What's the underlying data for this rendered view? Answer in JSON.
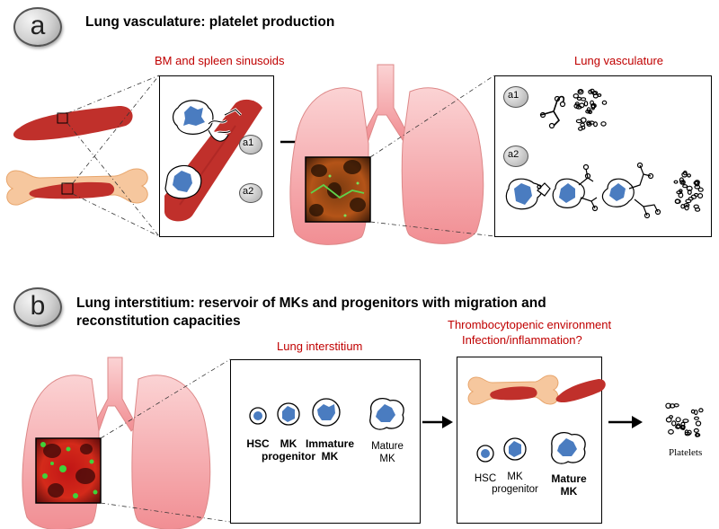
{
  "panel_a": {
    "badge": "a",
    "title": "Lung vasculature:  platelet production",
    "label_sinusoids": "BM and spleen sinusoids",
    "label_lung_vasculature": "Lung vasculature",
    "tag_a1": "a1",
    "tag_a2": "a2",
    "tag_right_a1": "a1",
    "tag_right_a2": "a2"
  },
  "panel_b": {
    "badge": "b",
    "title_line1": "Lung interstitium:  reservoir of MKs and progenitors with migration and",
    "title_line2": "reconstitution capacities",
    "label_interstitium": "Lung interstitium",
    "label_env_line1": "Thrombocytopenic environment",
    "label_env_line2": "Infection/inflammation?",
    "box1": {
      "hsc": "HSC",
      "mk_progenitor_1": "MK",
      "mk_progenitor_2": "progenitor",
      "immature_1": "Immature",
      "immature_2": "MK",
      "mature_1": "Mature",
      "mature_2": "MK"
    },
    "box2": {
      "hsc": "HSC",
      "mk_progenitor_1": "MK",
      "mk_progenitor_2": "progenitor",
      "mature_1": "Mature",
      "mature_2": "MK"
    },
    "platelets": "Platelets"
  },
  "colors": {
    "red_text": "#c00000",
    "organ_red": "#c0302b",
    "bone": "#f6c79e",
    "lung_pink": "#f4a9ac",
    "cell_blue": "#4a7cc0"
  }
}
